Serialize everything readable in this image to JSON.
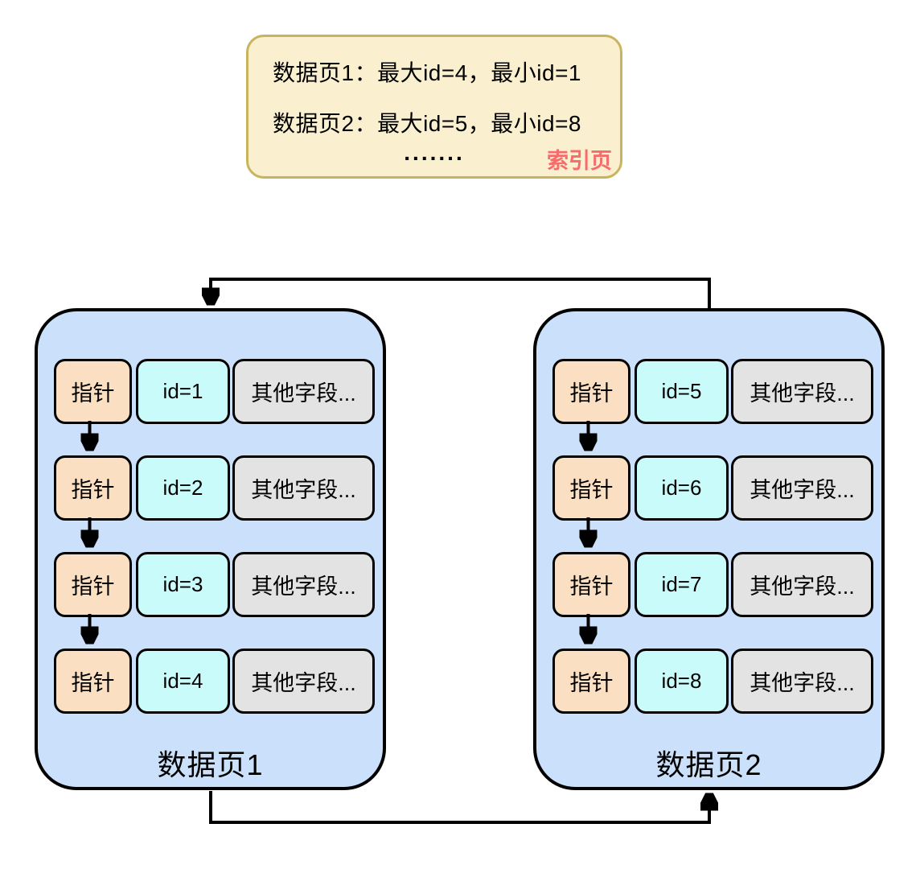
{
  "note": {
    "lines": [
      "数据页1：最大id=4，最小id=1",
      "数据页2：最大id=5，最小id=8"
    ],
    "ellipsis": ".......",
    "tag": "索引页"
  },
  "pages": [
    {
      "label": "数据页1",
      "rows": [
        {
          "pointer": "指针",
          "id": "id=1",
          "other": "其他字段..."
        },
        {
          "pointer": "指针",
          "id": "id=2",
          "other": "其他字段..."
        },
        {
          "pointer": "指针",
          "id": "id=3",
          "other": "其他字段..."
        },
        {
          "pointer": "指针",
          "id": "id=4",
          "other": "其他字段..."
        }
      ]
    },
    {
      "label": "数据页2",
      "rows": [
        {
          "pointer": "指针",
          "id": "id=5",
          "other": "其他字段..."
        },
        {
          "pointer": "指针",
          "id": "id=6",
          "other": "其他字段..."
        },
        {
          "pointer": "指针",
          "id": "id=7",
          "other": "其他字段..."
        },
        {
          "pointer": "指针",
          "id": "id=8",
          "other": "其他字段..."
        }
      ]
    }
  ],
  "colors": {
    "page_fill": "#CBE0FA",
    "pointer_fill": "#FBDFC2",
    "id_fill": "#C9FBFA",
    "other_fill": "#E3E3E3",
    "note_fill": "#FAF0D0",
    "note_border": "#C9B45E",
    "tag_color": "#F56C6C",
    "line_color": "#000000"
  }
}
